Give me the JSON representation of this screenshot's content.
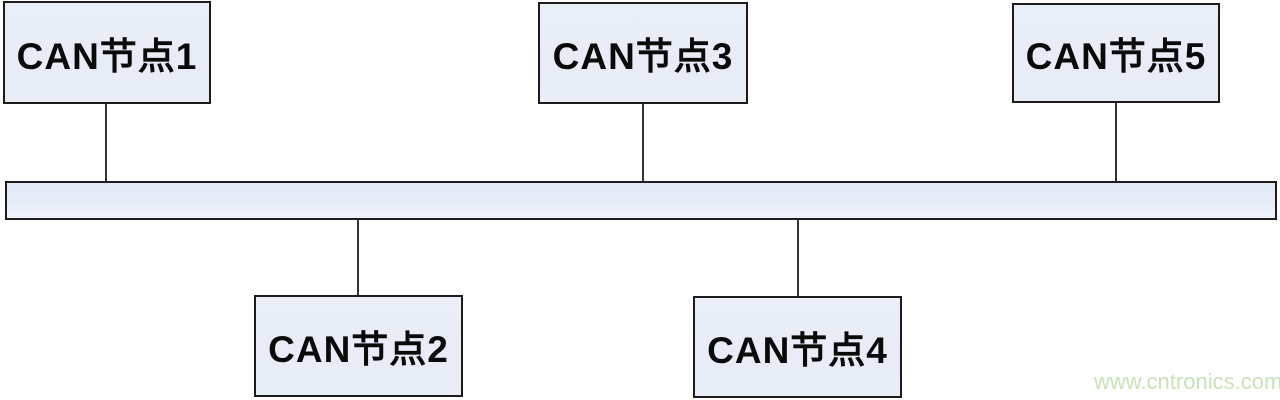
{
  "diagram": {
    "type": "bus-topology",
    "nodes": [
      {
        "id": "node1",
        "label": "CAN节点1",
        "position": "top"
      },
      {
        "id": "node2",
        "label": "CAN节点2",
        "position": "bottom"
      },
      {
        "id": "node3",
        "label": "CAN节点3",
        "position": "top"
      },
      {
        "id": "node4",
        "label": "CAN节点4",
        "position": "bottom"
      },
      {
        "id": "node5",
        "label": "CAN节点5",
        "position": "top"
      }
    ],
    "bus": {
      "label": "",
      "role": "CAN bus bar"
    },
    "connections": [
      {
        "from": "node1",
        "to": "bus"
      },
      {
        "from": "node2",
        "to": "bus"
      },
      {
        "from": "node3",
        "to": "bus"
      },
      {
        "from": "node4",
        "to": "bus"
      },
      {
        "from": "node5",
        "to": "bus"
      }
    ],
    "colors": {
      "node_fill": "#e9edf6",
      "bus_fill_top": "#e2e9f7",
      "bus_fill_bottom": "#f0f3fb",
      "border": "#1c1c1c",
      "connector": "#333333",
      "text": "#0a0a0a",
      "watermark": "#c9e2b6",
      "background": "#ffffff"
    }
  },
  "watermark": {
    "text": "www.cntronics.com"
  }
}
